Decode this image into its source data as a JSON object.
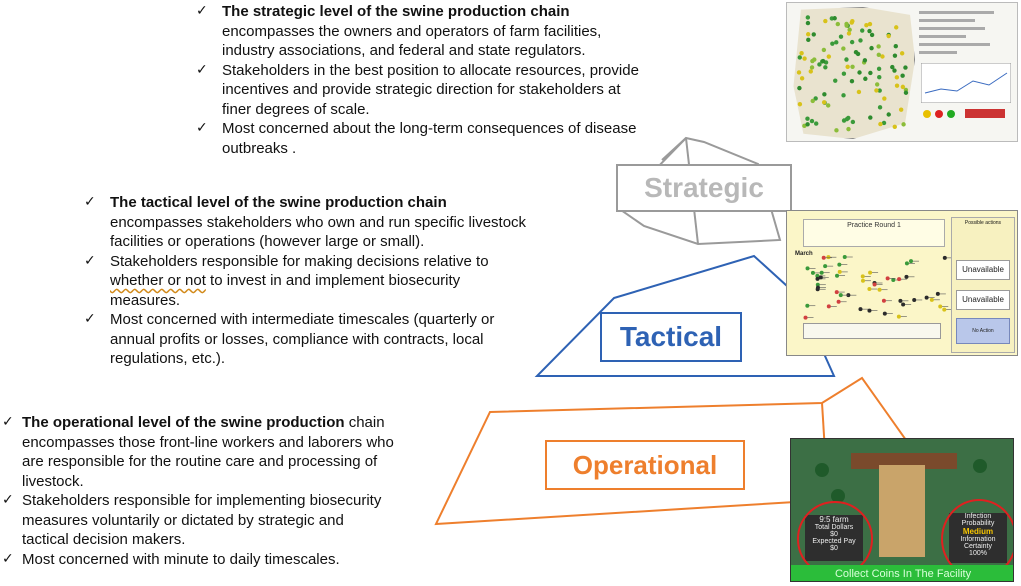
{
  "strategic": {
    "label": "Strategic",
    "bullets": [
      {
        "bold": "The strategic level of the swine production chain",
        "text": " encompasses the owners and operators of farm facilities, industry associations, and federal and state regulators."
      },
      {
        "bold": "",
        "text": "Stakeholders in the best position to allocate resources, provide incentives and provide strategic direction for stakeholders at finer degrees of scale."
      },
      {
        "bold": "",
        "text": "Most concerned about the long-term consequences of disease outbreaks ."
      }
    ]
  },
  "tactical": {
    "label": "Tactical",
    "bullets": [
      {
        "bold": "The tactical level of the swine production chain",
        "text": " encompasses stakeholders who own and run specific livestock facilities or operations (however large or small)."
      },
      {
        "bold": "",
        "text": "Stakeholders responsible for making decisions relative to whether or not to invest in and implement biosecurity measures."
      },
      {
        "bold": "",
        "text": "Most concerned with intermediate timescales (quarterly or annual profits or losses, compliance with contracts, local regulations, etc.)."
      }
    ],
    "screenshot": {
      "header": "Practice Round 1",
      "month": "March",
      "side_title": "Possible actions",
      "option_a": "Unavailable",
      "option_b": "Unavailable",
      "no_action": "No Action"
    }
  },
  "operational": {
    "label": "Operational",
    "bullets": [
      {
        "bold": "The operational level of the swine production",
        "text": " chain encompasses those front-line workers and laborers who are responsible for the routine care and processing of livestock."
      },
      {
        "bold": "",
        "text": "Stakeholders responsible for implementing biosecurity measures voluntarily or dictated by strategic and tactical decision makers."
      },
      {
        "bold": "",
        "text": "Most concerned with minute to daily timescales."
      }
    ],
    "screenshot": {
      "time": "9:5 farm",
      "total_dollars_label": "Total Dollars",
      "total_dollars_value": "$0",
      "expected_pay_label": "Expected Pay",
      "expected_pay_value": "$0",
      "infection_label": "Infection Probability",
      "infection_value": "Medium",
      "certainty_label": "Information Certainty",
      "certainty_value": "100%",
      "banner": "Collect Coins In The Facility"
    }
  },
  "colors": {
    "strategic": "#9a9a9a",
    "tactical": "#2e62b4",
    "operational": "#ee7f2d"
  },
  "icons": {
    "bullet": "check-mark-icon"
  }
}
